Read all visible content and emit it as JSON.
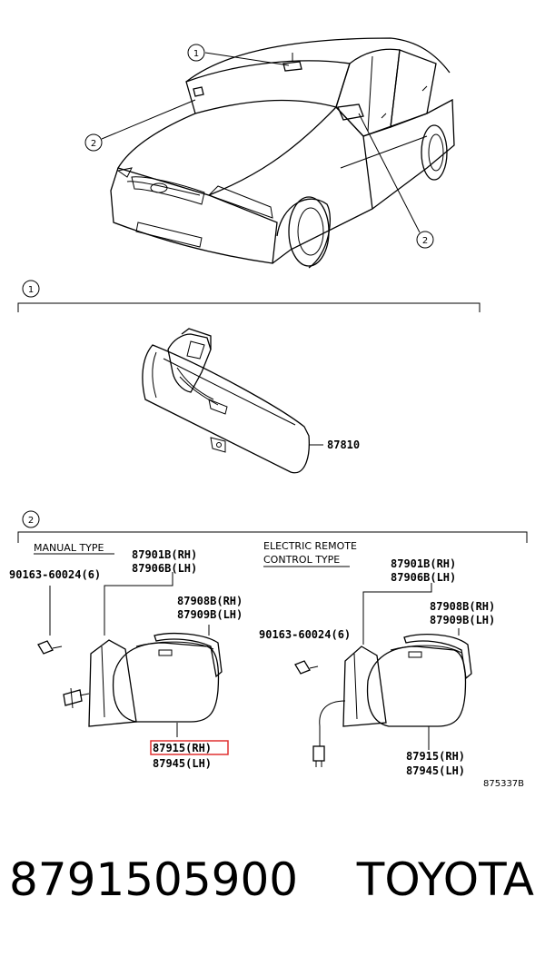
{
  "callouts": {
    "one": "1",
    "two": "2"
  },
  "section1": {
    "part": "87810"
  },
  "section2": {
    "manual_type_label": "MANUAL TYPE",
    "electric_label_line1": "ELECTRIC REMOTE",
    "electric_label_line2": "CONTROL TYPE",
    "manual": {
      "bolt": "90163-60024(6)",
      "p1_rh": "87901B(RH)",
      "p1_lh": "87906B(LH)",
      "p2_rh": "87908B(RH)",
      "p2_lh": "87909B(LH)",
      "p3_rh": "87915(RH)",
      "p3_lh": "87945(LH)"
    },
    "electric": {
      "bolt": "90163-60024(6)",
      "p1_rh": "87901B(RH)",
      "p1_lh": "87906B(LH)",
      "p2_rh": "87908B(RH)",
      "p2_lh": "87909B(LH)",
      "p3_rh": "87915(RH)",
      "p3_lh": "87945(LH)"
    },
    "ref_code": "875337B"
  },
  "footer": {
    "part_number": "8791505900",
    "brand": "TOYOTA"
  },
  "highlight_color": "#e03030"
}
